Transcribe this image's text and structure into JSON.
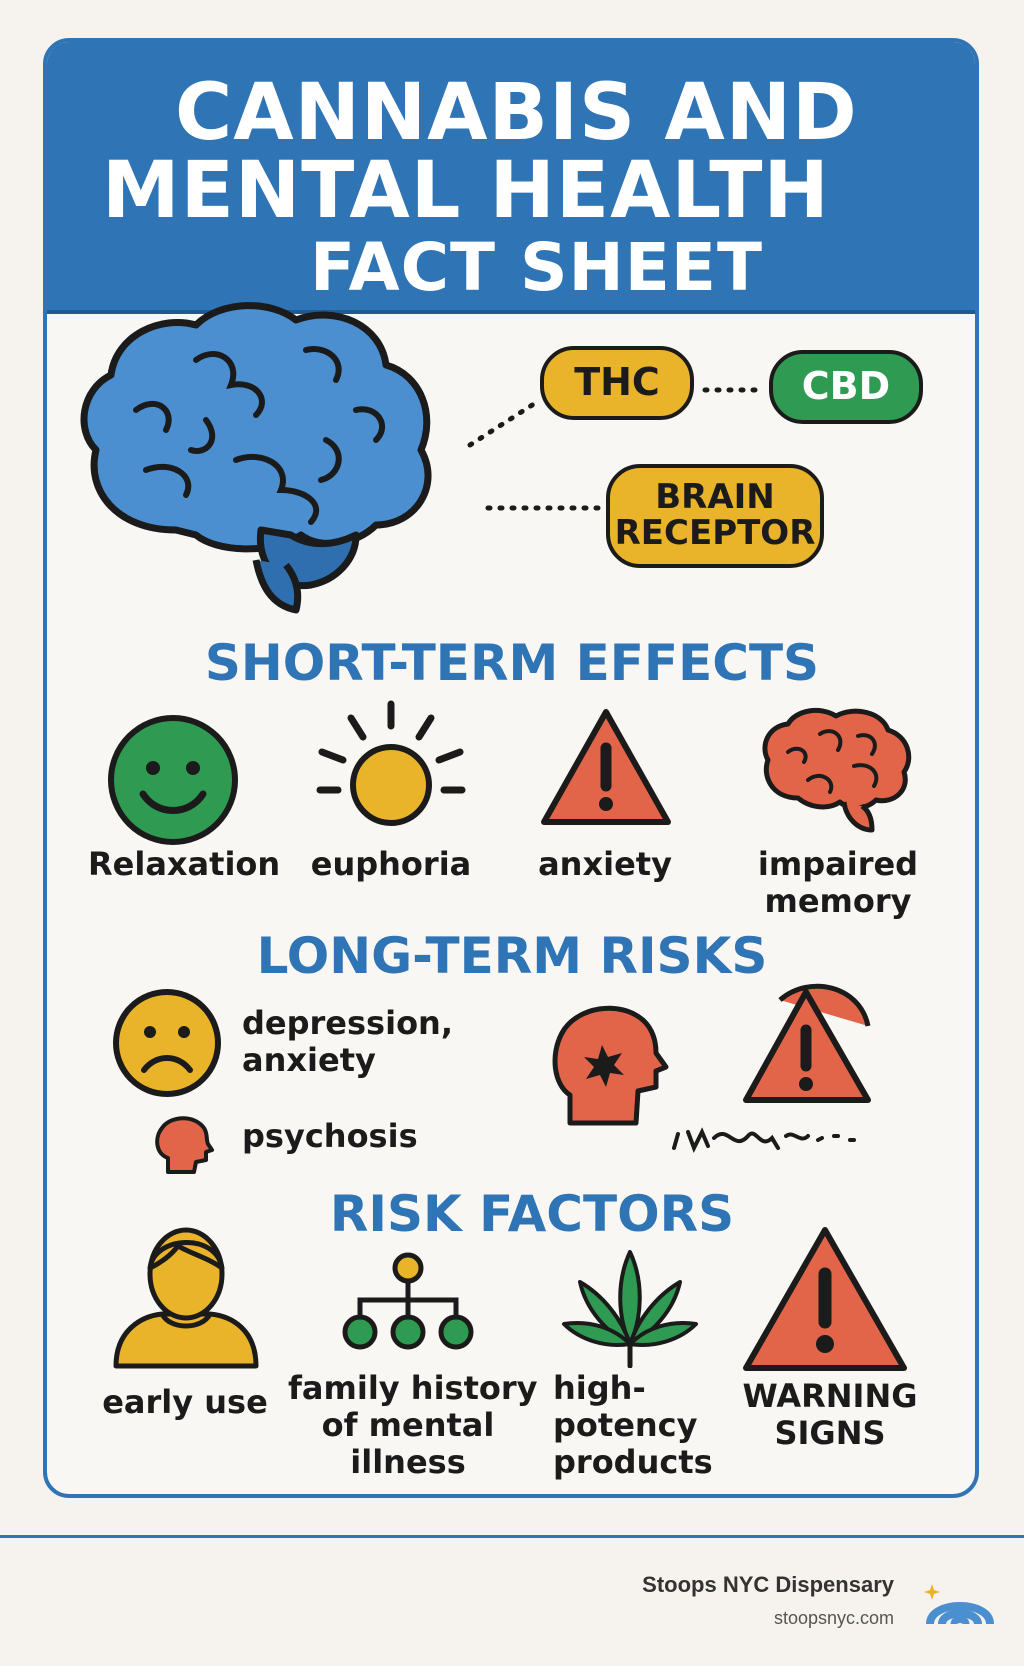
{
  "header": {
    "title_line1": "CANNABIS AND",
    "title_line2": "MENTAL HEALTH",
    "title_line3": "FACT SHEET"
  },
  "hero": {
    "pill_thc": "THC",
    "pill_cbd": "CBD",
    "pill_receptor_line1": "BRAIN",
    "pill_receptor_line2": "RECEPTOR"
  },
  "short_term": {
    "title": "SHORT-TERM EFFECTS",
    "items": [
      {
        "label": "Relaxation",
        "icon": "smiley-face-icon"
      },
      {
        "label": "euphoria",
        "icon": "sun-icon"
      },
      {
        "label": "anxiety",
        "icon": "warning-triangle-icon"
      },
      {
        "label_line1": "impaired",
        "label_line2": "memory",
        "icon": "brain-icon"
      }
    ]
  },
  "long_term": {
    "title": "LONG-TERM RISKS",
    "items": [
      {
        "label_line1": "depression,",
        "label_line2": "anxiety",
        "icon": "sad-face-icon"
      },
      {
        "label": "psychosis",
        "icon": "head-icon"
      }
    ]
  },
  "risk_factors": {
    "title": "RISK FACTORS",
    "items": [
      {
        "label": "early use",
        "icon": "person-icon"
      },
      {
        "label_line1": "family history",
        "label_line2": "of mental",
        "label_line3": "illness",
        "icon": "family-tree-icon"
      },
      {
        "label_line1": "high-",
        "label_line2": "potency",
        "label_line3": "products",
        "icon": "cannabis-leaf-icon"
      },
      {
        "label_line1": "WARNING",
        "label_line2": "SIGNS",
        "icon": "warning-triangle-icon"
      }
    ]
  },
  "footer": {
    "name": "Stoops NYC Dispensary",
    "url": "stoopsnyc.com"
  },
  "colors": {
    "blue": "#2f74b5",
    "yellow": "#eab42a",
    "green": "#2f9a52",
    "red": "#e2654a"
  }
}
